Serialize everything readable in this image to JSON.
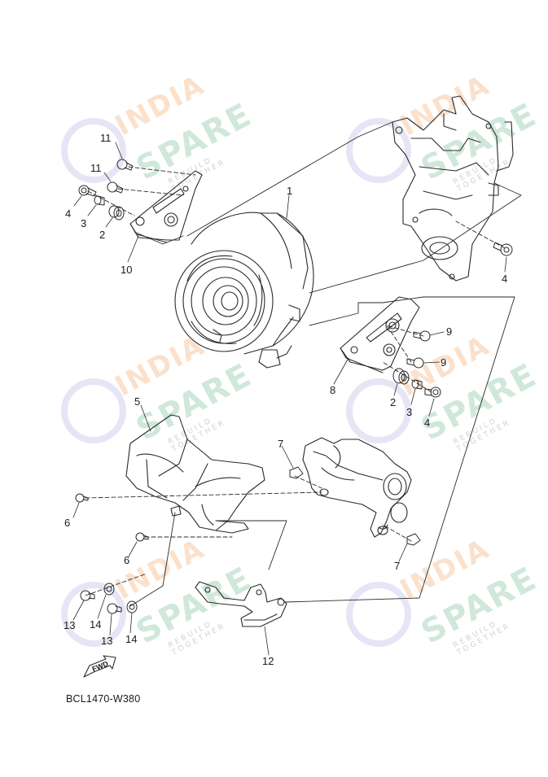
{
  "watermark": {
    "line1": "INDIA",
    "line2": "SPARE",
    "tagline": "REBUILD TOGETHER"
  },
  "diagram_code": "BCL1470-W380",
  "fwd_label": "FWD",
  "parts": {
    "p1": "1",
    "p2a": "2",
    "p2b": "2",
    "p3a": "3",
    "p3b": "3",
    "p4a": "4",
    "p4b": "4",
    "p4c": "4",
    "p5": "5",
    "p6a": "6",
    "p6b": "6",
    "p7a": "7",
    "p7b": "7",
    "p8": "8",
    "p9a": "9",
    "p9b": "9",
    "p10": "10",
    "p11a": "11",
    "p11b": "11",
    "p12": "12",
    "p13a": "13",
    "p13b": "13",
    "p14a": "14",
    "p14b": "14"
  },
  "colors": {
    "line": "#2a2a2a",
    "watermark_orange": "#f4aa6e",
    "watermark_green": "#78be96",
    "watermark_purple": "#aaa0dc"
  }
}
